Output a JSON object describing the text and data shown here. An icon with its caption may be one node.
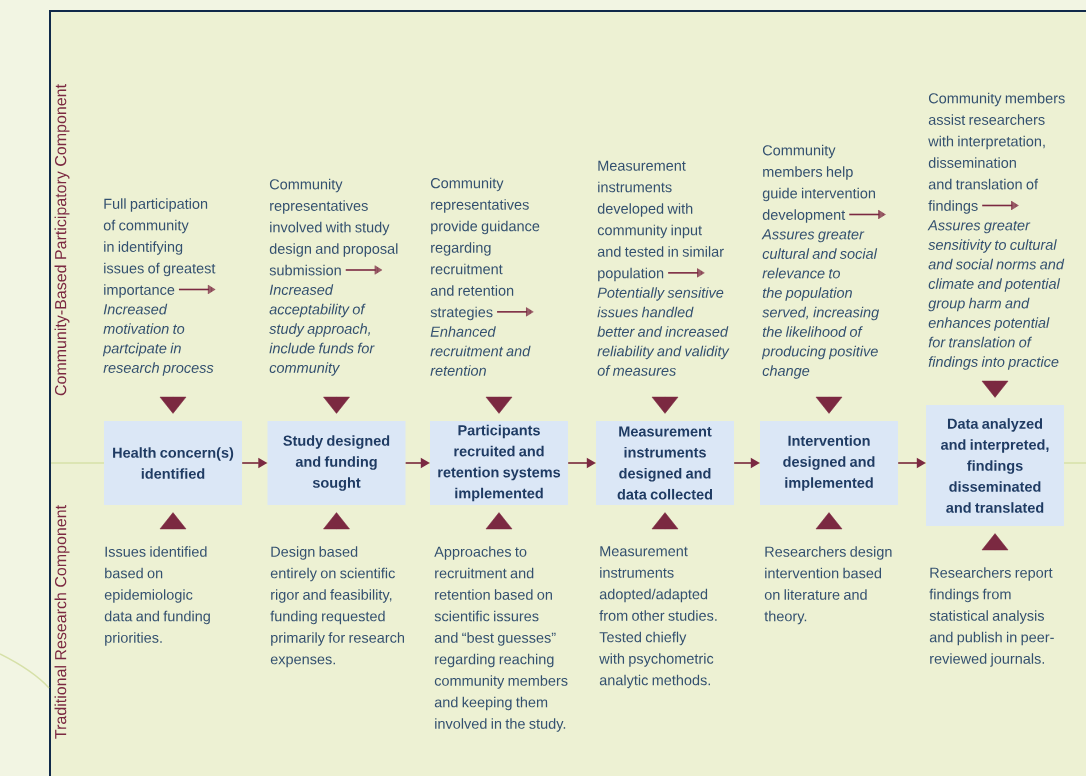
{
  "diagram": {
    "nodes": [
      {
        "text": [
          "Full participation of community in identifying issues of greatest importance",
          "Increased motivation to partcipate in research process"
        ]
      },
      {
        "text": [
          "Community representatives involved with study design and proposal submission",
          "Increased acceptability of study approach, include funds for community"
        ]
      },
      {
        "text": [
          "Community representatives provide guidance regarding recruitment and retention strategies",
          "Enhanced recruitment and retention"
        ]
      },
      {
        "text": [
          "Measurement instruments developed with community input and tested in similar population",
          "Potentially sensitive issues handled better and increased reliability and validity of measures"
        ]
      },
      {
        "text": [
          "Community members help guide intervention development",
          "Assures greater cultural and social relevance to the population served, increasing the likelihood of producing positive change"
        ]
      },
      {
        "text": [
          "Community members assist researchers with interpretation, dissemination and translation of findings",
          "Assures greater sensitivity to cultural and social norms and climate and potential group harm and enhances potential for translation of findings into practice"
        ]
      },
      {
        "text": [
          "Health concern(s) identified"
        ]
      },
      {
        "text": [
          "Study designed and funding sought"
        ]
      },
      {
        "text": [
          "Participants recruited and retention systems implemented"
        ]
      },
      {
        "text": [
          "Measurement instruments designed and data collected"
        ]
      },
      {
        "text": [
          "Intervention designed and implemented"
        ]
      },
      {
        "text": [
          "Data analyzed and interpreted, findings disseminated and translated"
        ]
      },
      {
        "text": [
          "Issues identified based on epidemiologic data and funding priorities."
        ]
      },
      {
        "text": [
          "Design based entirely on scientific rigor and feasibility, funding requested primarily for research expenses."
        ]
      },
      {
        "text": [
          "Approaches to recruitment and retention based on scientific issures and “best guesses” regarding reaching community members and keeping them involved in the study."
        ]
      },
      {
        "text": [
          "Measurement instruments adopted/adapted from other studies. Tested chiefly with psychometric analytic methods."
        ]
      },
      {
        "text": [
          "Researchers design intervention based on literature and theory."
        ]
      },
      {
        "text": [
          "Researchers report findings from statistical analysis and publish in peer-reviewed journals."
        ]
      }
    ],
    "edges": [
      {
        "from": 6,
        "to": 7,
        "arrow": "to"
      },
      {
        "from": 7,
        "to": 8,
        "arrow": "to"
      },
      {
        "from": 8,
        "to": 9,
        "arrow": "to"
      },
      {
        "from": 9,
        "to": 10,
        "arrow": "to"
      },
      {
        "from": 10,
        "to": 11,
        "arrow": "to"
      },
      {
        "from": 0,
        "to": 6,
        "arrow": "to"
      },
      {
        "from": 1,
        "to": 7,
        "arrow": "to"
      },
      {
        "from": 2,
        "to": 8,
        "arrow": "to"
      },
      {
        "from": 3,
        "to": 9,
        "arrow": "to"
      },
      {
        "from": 4,
        "to": 10,
        "arrow": "to"
      },
      {
        "from": 5,
        "to": 11,
        "arrow": "to"
      },
      {
        "from": 12,
        "to": 6,
        "arrow": "to"
      },
      {
        "from": 13,
        "to": 7,
        "arrow": "to"
      },
      {
        "from": 14,
        "to": 8,
        "arrow": "to"
      },
      {
        "from": 15,
        "to": 9,
        "arrow": "to"
      },
      {
        "from": 16,
        "to": 10,
        "arrow": "to"
      },
      {
        "from": 17,
        "to": 11,
        "arrow": "to"
      }
    ],
    "labels": [
      "Community-Based Participatory Component",
      "Traditional Research Component"
    ]
  }
}
